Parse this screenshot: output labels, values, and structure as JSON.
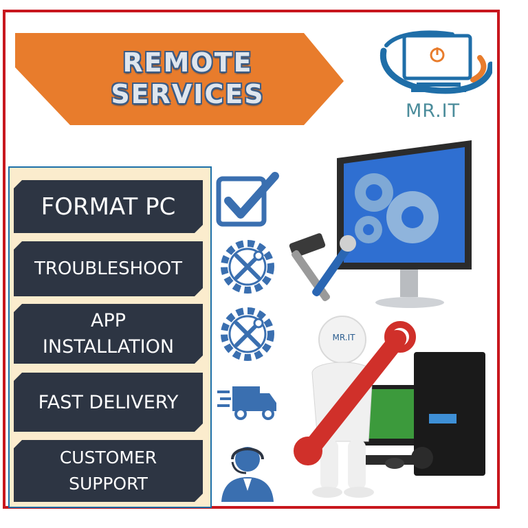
{
  "banner": {
    "title": "REMOTE\nSERVICES"
  },
  "logo": {
    "text": "MR.IT",
    "robot_badge": "MR.IT"
  },
  "services": [
    {
      "label": "FORMAT PC"
    },
    {
      "label": "TROUBLESHOOT"
    },
    {
      "label": "APP\nINSTALLATION"
    },
    {
      "label": "FAST DELIVERY"
    },
    {
      "label": "CUSTOMER\nSUPPORT"
    }
  ],
  "icons": [
    "checkmark-icon",
    "tools-gear-icon",
    "tools-gear-icon",
    "delivery-truck-icon",
    "support-agent-icon"
  ],
  "colors": {
    "border": "#c8171e",
    "banner": "#e87c2c",
    "panel": "#fbeccd",
    "item": "#2d3543",
    "icon_blue": "#3a6fb0"
  }
}
